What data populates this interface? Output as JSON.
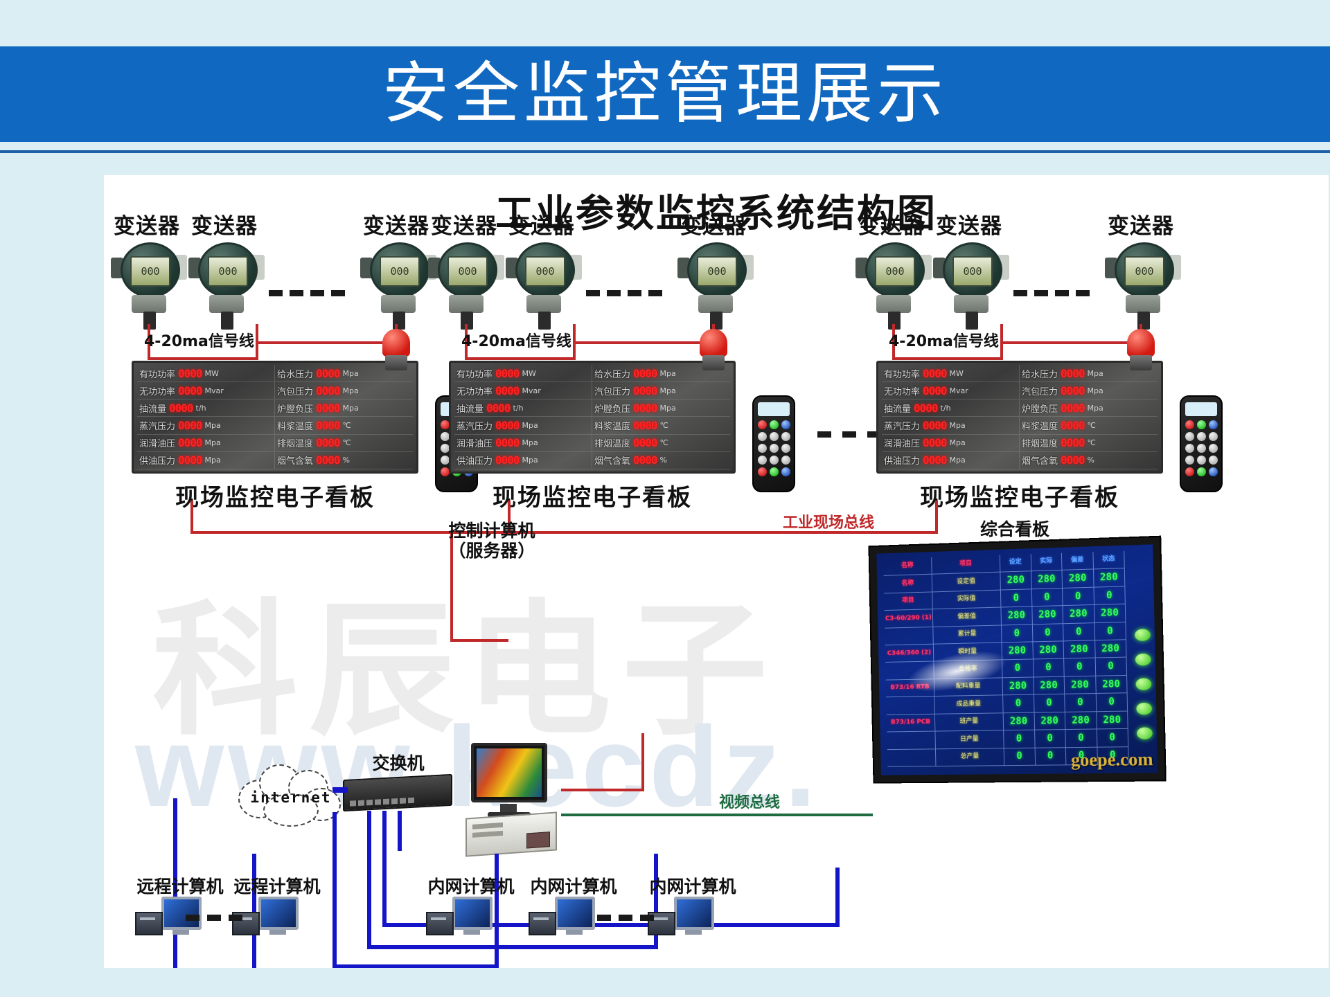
{
  "slide": {
    "title": "安全监控管理展示",
    "banner_color": "#1068c0",
    "background_color": "#daeef3"
  },
  "diagram": {
    "title": "工业参数监控系统结构图",
    "watermark_cn": "科辰电子",
    "watermark_url": "www.kecdz.",
    "transmitter_label": "变送器",
    "signal_line_label": "4-20ma信号线",
    "board_caption": "现场监控电子看板",
    "field_bus_label": "工业现场总线",
    "video_bus_label": "视频总线",
    "server_label_line1": "控制计算机",
    "server_label_line2": "（服务器）",
    "switch_label": "交换机",
    "internet_label": "internet",
    "remote_pc_label": "远程计算机",
    "intranet_pc_label": "内网计算机",
    "big_board_label": "综合看板",
    "photo_watermark": "goepe.com",
    "transmitter_lcd_value": "000",
    "colors": {
      "signal_wire": "#c0282a",
      "field_bus": "#c0282a",
      "video_bus": "#1d6b3e",
      "network_wire": "#1414c8",
      "led_value": "#ff2222"
    }
  },
  "kanban": {
    "rows": [
      {
        "left_name": "有功功率",
        "left_value": "0000",
        "left_unit": "MW",
        "right_name": "给水压力",
        "right_value": "0000",
        "right_unit": "Mpa"
      },
      {
        "left_name": "无功功率",
        "left_value": "0000",
        "left_unit": "Mvar",
        "right_name": "汽包压力",
        "right_value": "0000",
        "right_unit": "Mpa"
      },
      {
        "left_name": "抽流量",
        "left_value": "0000",
        "left_unit": "t/h",
        "right_name": "炉膛负压",
        "right_value": "0000",
        "right_unit": "Mpa"
      },
      {
        "left_name": "蒸汽压力",
        "left_value": "0000",
        "left_unit": "Mpa",
        "right_name": "料浆温度",
        "right_value": "0000",
        "right_unit": "℃"
      },
      {
        "left_name": "润滑油压",
        "left_value": "0000",
        "left_unit": "Mpa",
        "right_name": "排烟温度",
        "right_value": "0000",
        "right_unit": "℃"
      },
      {
        "left_name": "供油压力",
        "left_value": "0000",
        "left_unit": "Mpa",
        "right_name": "烟气含氧",
        "right_value": "0000",
        "right_unit": "%"
      }
    ]
  },
  "big_board": {
    "col_headers": [
      "名称",
      "项目",
      "设定",
      "实际",
      "偏差",
      "状态"
    ],
    "rows": [
      {
        "group": "名称",
        "item": "设定值",
        "v": [
          "280",
          "280",
          "280",
          "280"
        ]
      },
      {
        "group": "项目",
        "item": "实际值",
        "v": [
          "0",
          "0",
          "0",
          "0"
        ]
      },
      {
        "group": "C3-60/290\n(1)",
        "item": "偏差值",
        "v": [
          "280",
          "280",
          "280",
          "280"
        ]
      },
      {
        "group": "",
        "item": "累计量",
        "v": [
          "0",
          "0",
          "0",
          "0"
        ]
      },
      {
        "group": "C346/360\n(2)",
        "item": "瞬时量",
        "v": [
          "280",
          "280",
          "280",
          "280"
        ]
      },
      {
        "group": "",
        "item": "合格率",
        "v": [
          "0",
          "0",
          "0",
          "0"
        ]
      },
      {
        "group": "B73/16\nRTB",
        "item": "配料重量",
        "v": [
          "280",
          "280",
          "280",
          "280"
        ]
      },
      {
        "group": "",
        "item": "成品重量",
        "v": [
          "0",
          "0",
          "0",
          "0"
        ]
      },
      {
        "group": "B73/16\nPCB",
        "item": "班产量",
        "v": [
          "280",
          "280",
          "280",
          "280"
        ]
      },
      {
        "group": "",
        "item": "日产量",
        "v": [
          "0",
          "0",
          "0",
          "0"
        ]
      },
      {
        "group": "",
        "item": "总产量",
        "v": [
          "0",
          "0",
          "0",
          "0"
        ]
      }
    ]
  }
}
